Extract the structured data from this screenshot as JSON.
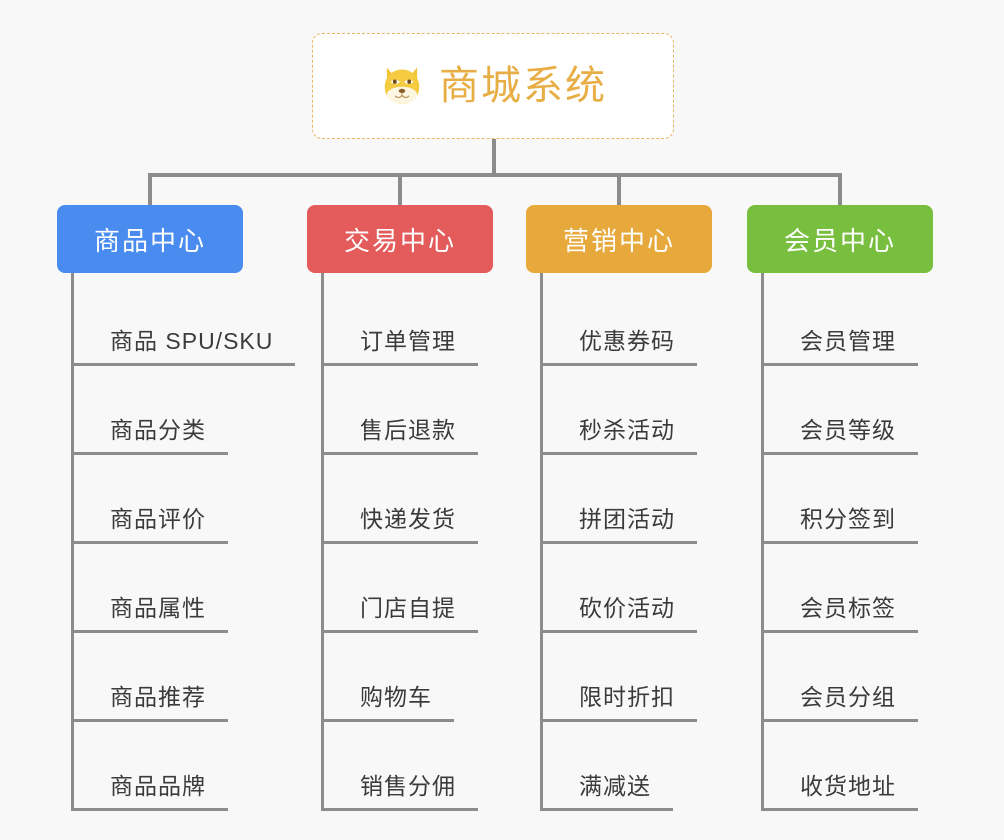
{
  "page": {
    "background_color": "#f8f8f8",
    "line_color": "#8c8c8c"
  },
  "root": {
    "title": "商城系统",
    "icon": "shiba-dog-emoji",
    "text_color": "#e8ae45",
    "border_color": "#e8b563",
    "background_color": "#ffffff"
  },
  "columns": [
    {
      "category": "商品中心",
      "color": "#4a8bf0",
      "items": [
        "商品 SPU/SKU",
        "商品分类",
        "商品评价",
        "商品属性",
        "商品推荐",
        "商品品牌"
      ]
    },
    {
      "category": "交易中心",
      "color": "#e35b5b",
      "items": [
        "订单管理",
        "售后退款",
        "快递发货",
        "门店自提",
        "购物车",
        "销售分佣"
      ]
    },
    {
      "category": "营销中心",
      "color": "#e8a93c",
      "items": [
        "优惠券码",
        "秒杀活动",
        "拼团活动",
        "砍价活动",
        "限时折扣",
        "满减送"
      ]
    },
    {
      "category": "会员中心",
      "color": "#78bf3f",
      "items": [
        "会员管理",
        "会员等级",
        "积分签到",
        "会员标签",
        "会员分组",
        "收货地址"
      ]
    }
  ]
}
